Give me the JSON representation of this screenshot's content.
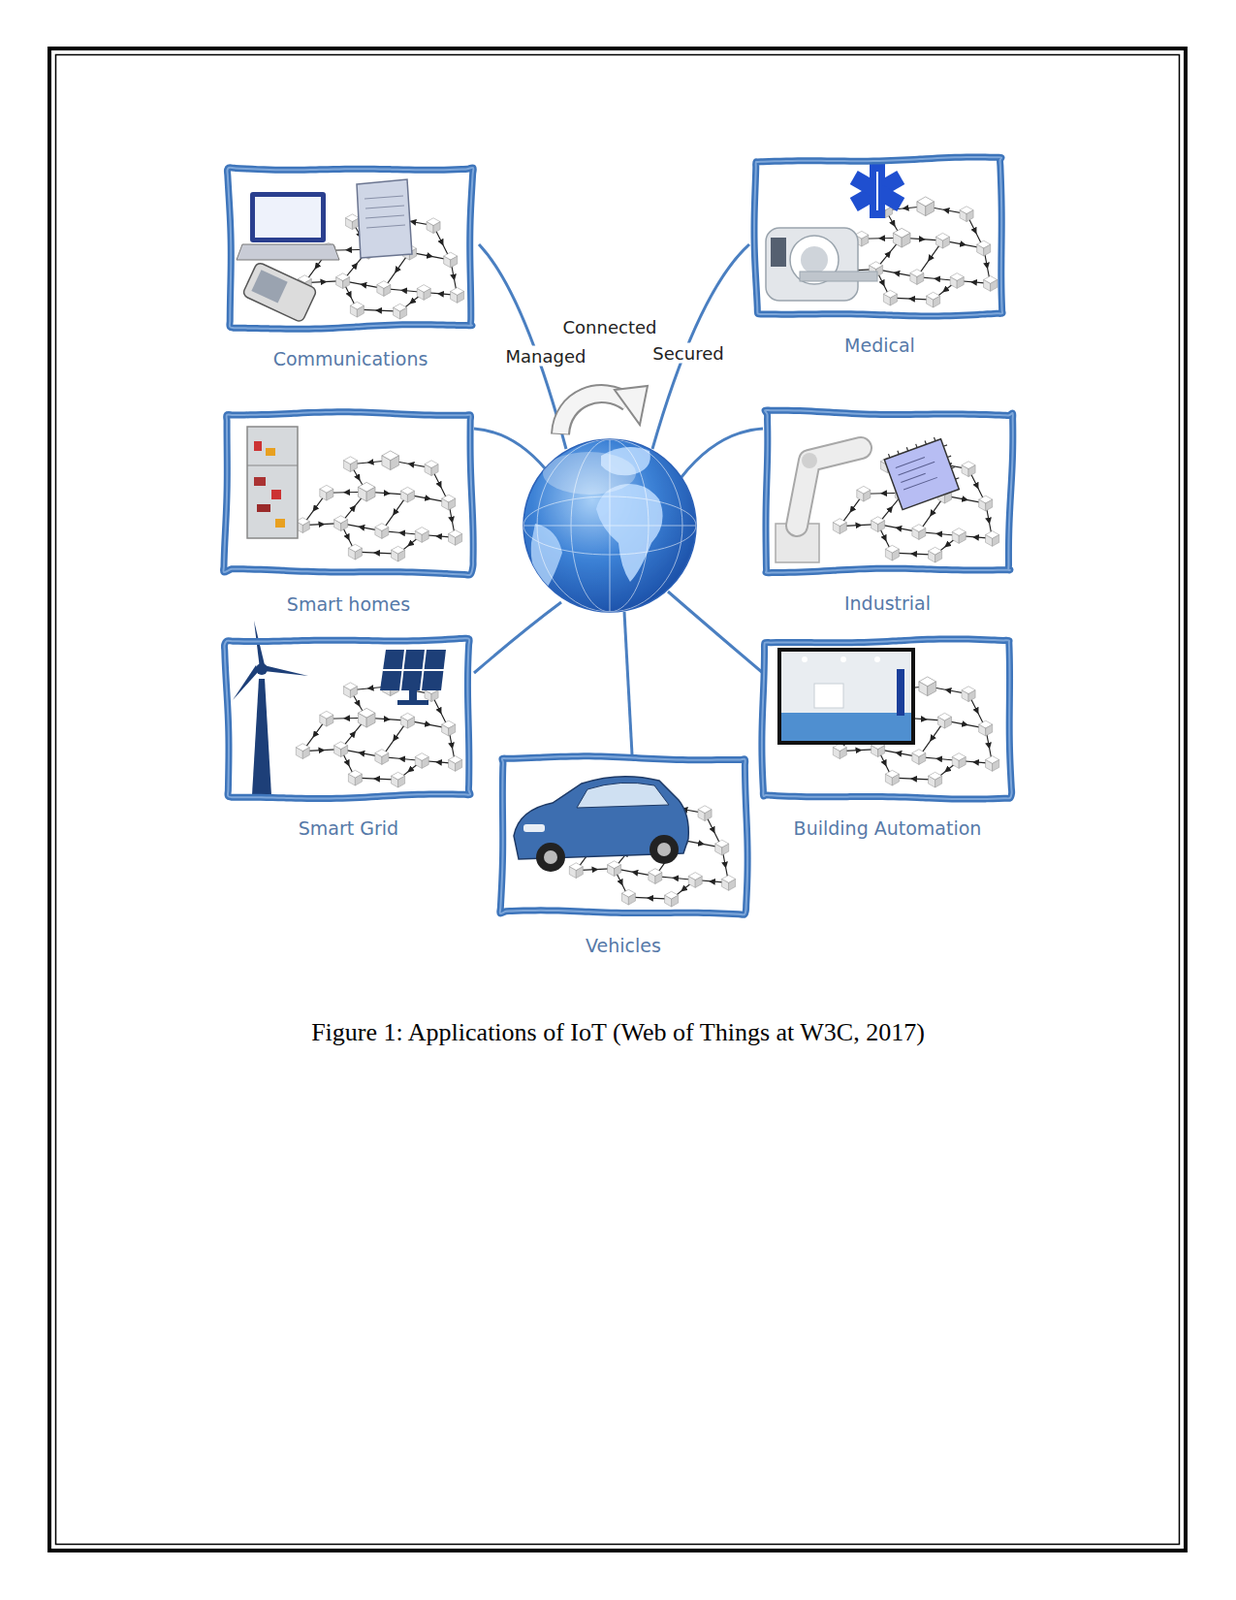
{
  "diagram": {
    "caption": "Figure 1: Applications of IoT (Web of Things at W3C, 2017)",
    "nodes": [
      {
        "text": [
          "Communications"
        ]
      },
      {
        "text": [
          "Medical"
        ]
      },
      {
        "text": [
          "Smart homes"
        ]
      },
      {
        "text": [
          "Industrial"
        ]
      },
      {
        "text": [
          "Smart Grid"
        ]
      },
      {
        "text": [
          "Building Automation"
        ]
      },
      {
        "text": [
          "Vehicles"
        ]
      }
    ],
    "labels": [
      "Connected",
      "Managed",
      "Secured"
    ]
  }
}
